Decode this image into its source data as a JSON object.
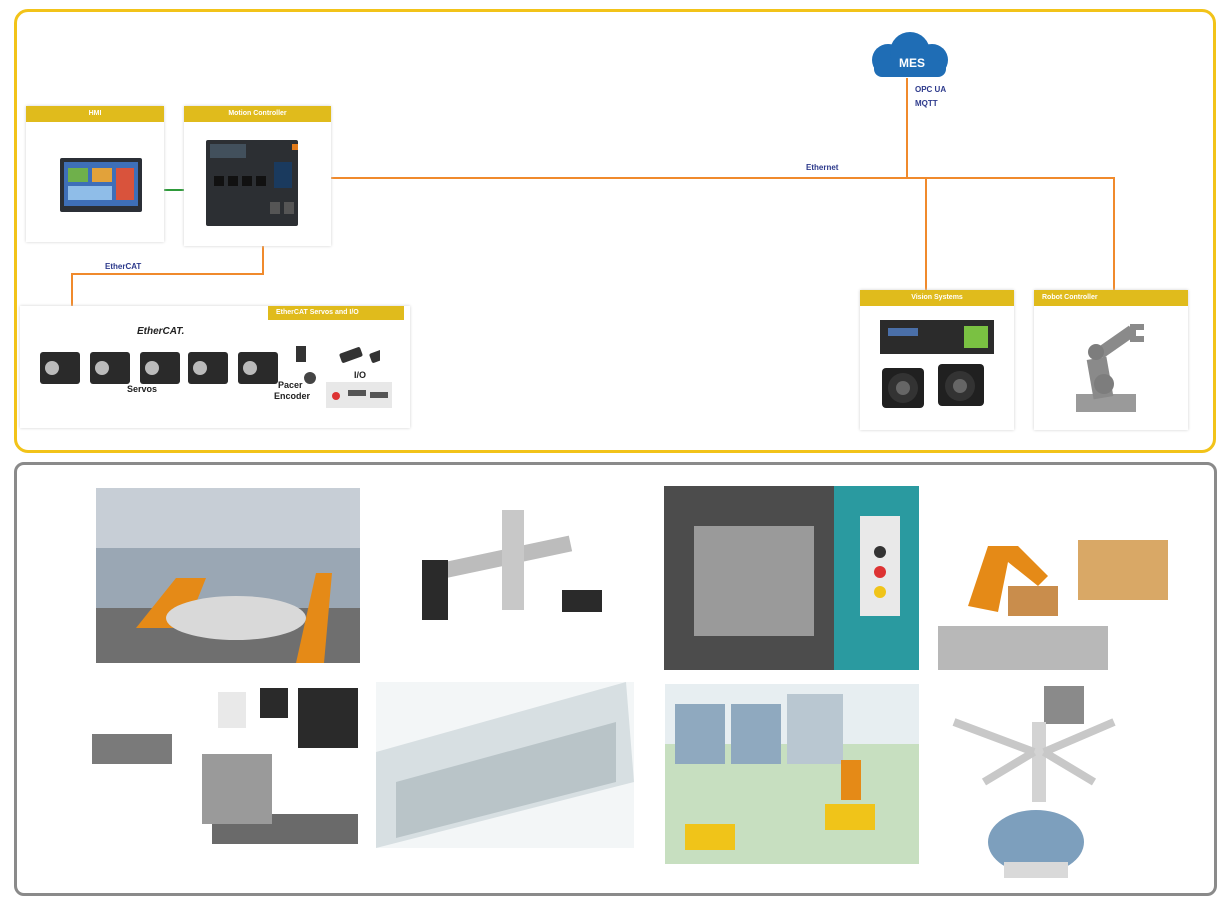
{
  "cloud": {
    "label": "MES",
    "protocol_1": "OPC UA",
    "protocol_2": "MQTT"
  },
  "network": {
    "ethernet_label": "Ethernet",
    "ethercat_label": "EtherCAT"
  },
  "cards": {
    "hmi": {
      "title": "HMI"
    },
    "motion_controller": {
      "title": "Motion Controller"
    },
    "ethercat_bus": {
      "title": "EtherCAT Servos and I/O",
      "logo_text": "EtherCAT.",
      "servos_label": "Servos",
      "encoder_label_1": "Pacer",
      "encoder_label_2": "Encoder",
      "io_label": "I/O"
    },
    "vision": {
      "title": "Vision Systems"
    },
    "robot": {
      "title": "Robot Controller"
    }
  },
  "colors": {
    "frame_top": "#f2c319",
    "frame_bottom": "#8a8a8a",
    "wire": "#f08a2c",
    "header": "#e0bb1c",
    "label_blue": "#2d3a8c",
    "cloud": "#1f6db5"
  },
  "applications": [
    {
      "icon": "automotive-robot-assembly-line-photo"
    },
    {
      "icon": "gantry-linear-axis-photo"
    },
    {
      "icon": "printing-roller-machine-photo"
    },
    {
      "icon": "palletizing-robot-photo"
    },
    {
      "icon": "conveyor-with-drives-photo"
    },
    {
      "icon": "packaging-machine-enclosure-photo"
    },
    {
      "icon": "agv-factory-line-photo"
    },
    {
      "icon": "surgical-robot-photo"
    }
  ]
}
